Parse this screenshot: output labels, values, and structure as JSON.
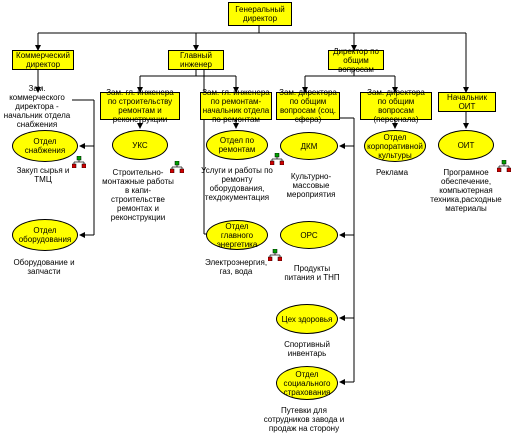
{
  "nodes": {
    "ceo": "Генеральный директор",
    "commercial_director": "Коммерческий директор",
    "chief_engineer": "Главный инженер",
    "general_director_deputy": "Директор по общим вопросам",
    "head_oit": "Начальник ОИТ",
    "deputy_commercial": "Зам. коммерческого директора - начальник отдела снабжения",
    "deputy_chief_construction": "Зам. гл. инженера по строительству ремонтам и реконструкции",
    "deputy_chief_repairs": "Зам. гл. инженера по ремонтам-начальник отдела по ремонтам",
    "deputy_social": "Зам. директора по общим вопросам (соц. сфера)",
    "deputy_personnel": "Зам. директора по общим вопросам (персонала)"
  },
  "units": {
    "supply_dept": "Отдел снабжения",
    "equipment_dept": "Отдел оборудования",
    "uks": "УКС",
    "repair_dept": "Отдел по ремонтам",
    "chief_power_dept": "Отдел главного энергетика",
    "dkm": "ДКМ",
    "ors": "ОРС",
    "sport_shop": "Цех здоровья",
    "social_insurance": "Отдел социального страхования",
    "corp_culture": "Отдел корпоративной культуры",
    "oit": "ОИТ"
  },
  "descriptions": {
    "supply": "Закуп сырья и ТМЦ",
    "equipment": "Оборудование и запчасти",
    "uks": "Строительно-монтажные работы в капи-строительстве ремонтах и реконструкции",
    "repairs": "Услуги и работы по ремонту оборудования, техдокументация",
    "power": "Электроэнергия, газ, вода",
    "dkm": "Культурно-массовые мероприятия",
    "ors": "Продукты питания и ТНП",
    "sport": "Спортивный инвентарь",
    "insurance": "Путевки для сотрудников завода и продаж на сторону",
    "culture": "Реклама",
    "oit": "Програмное обеспечение, компьютерная техника,расходные материалы"
  },
  "icons": [
    "hierarchy-icon"
  ],
  "colors": {
    "box_fill": "#ffff00",
    "line": "#000000"
  }
}
